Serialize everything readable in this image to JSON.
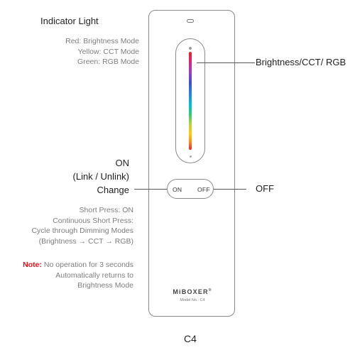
{
  "labels": {
    "indicator_light": "Indicator Light",
    "indicator_modes": [
      "Red: Brightness Mode",
      "Yellow: CCT Mode",
      "Green: RGB Mode"
    ],
    "slider": "Brightness/CCT/ RGB",
    "on_block": [
      "ON",
      "(Link / Unlink)",
      "Change"
    ],
    "off": "OFF",
    "on_desc": [
      "Short Press: ON",
      "Continuous Short Press:",
      "Cycle through Dimming Modes",
      "(Brightness → CCT → RGB)"
    ],
    "note_label": "Note:",
    "note_lines": [
      "No operation for 3 seconds",
      "Automatically returns to",
      "Brightness Mode"
    ]
  },
  "remote": {
    "on_button": "ON",
    "off_button": "OFF",
    "brand": "MiBOXER",
    "registered": "®",
    "model_text": "Model No.: C4"
  },
  "caption": "C4",
  "colors": {
    "note": "#e3131b",
    "text_gray": "#7d7d7d",
    "outline": "#8a8a8a"
  }
}
